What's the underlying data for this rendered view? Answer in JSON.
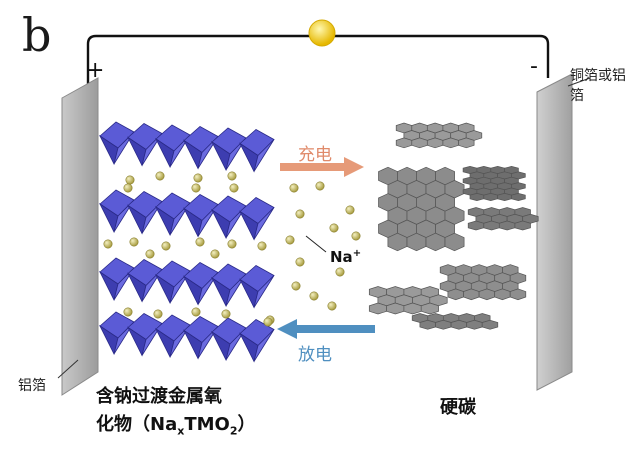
{
  "panel_label": "b",
  "terminals": {
    "positive": "+",
    "negative": "-"
  },
  "collector_right_label": "铜箔或铝箔",
  "collector_left_label": "铝箔",
  "arrows": {
    "charge": "充电",
    "discharge": "放电"
  },
  "ion": {
    "base": "Na",
    "charge": "+"
  },
  "cathode": {
    "name": "含钠过渡金属氧",
    "formula_prefix": "化物（Na",
    "formula_sub_x": "x",
    "formula_mid": "TMO",
    "formula_sub_2": "2",
    "formula_suffix": "）"
  },
  "anode": {
    "name": "硬碳"
  },
  "colors": {
    "cathode_octahedra": "#5b5bd6",
    "cathode_octahedra_dark": "#3d3db0",
    "sodium_ion": "#c9c070",
    "hard_carbon": "#8a8a8a",
    "charge_arrow": "#e69a78",
    "discharge_arrow": "#4f8fc0",
    "lamp": "#f2d21a"
  }
}
